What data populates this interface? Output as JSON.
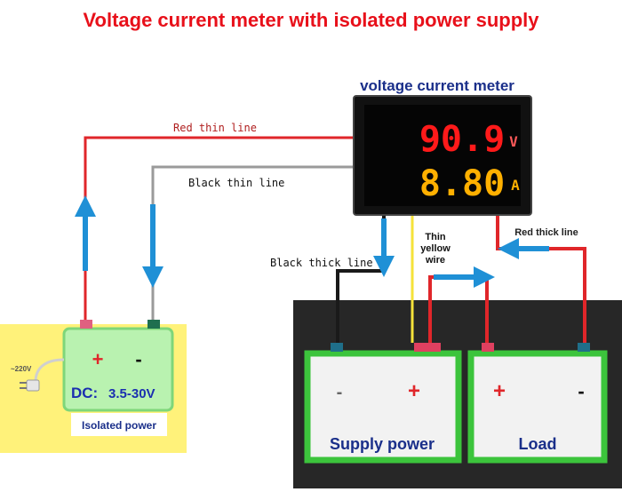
{
  "title": "Voltage current meter with isolated power supply",
  "colors": {
    "title": "#e8101a",
    "red_wire": "#e0262a",
    "black_wire": "#1a1a1a",
    "gray_wire": "#9a9a9a",
    "yellow_wire": "#f5e23a",
    "arrow": "#1f90d6",
    "voltage_digits": "#ff1a1a",
    "current_digits": "#ffb000",
    "battery_green": "#3cc43c",
    "yellow_panel": "#fff27a",
    "dark_panel": "#272727"
  },
  "meter": {
    "label": "voltage current meter",
    "voltage_reading": "90.9",
    "voltage_unit": "V",
    "current_reading": "8.80",
    "current_unit": "A"
  },
  "wire_labels": {
    "red_thin": "Red thin line",
    "black_thin": "Black thin line",
    "black_thick": "Black thick line",
    "thin_yellow": [
      "Thin",
      "yellow",
      "wire"
    ],
    "red_thick": "Red thick line"
  },
  "isolated_power": {
    "input_label": "~220V",
    "plus": "+",
    "minus": "-",
    "dc_prefix": "DC:",
    "dc_range": "3.5-30V",
    "caption": "Isolated power"
  },
  "supply_power": {
    "minus": "-",
    "plus": "+",
    "label": "Supply power"
  },
  "load": {
    "plus": "+",
    "minus": "-",
    "label": "Load"
  }
}
